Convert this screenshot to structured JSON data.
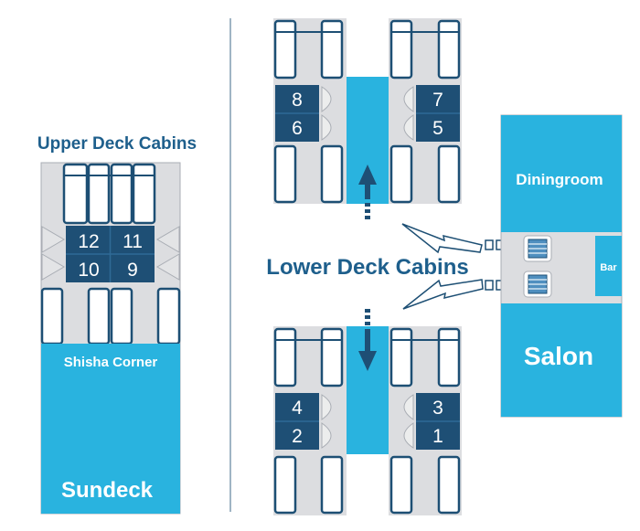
{
  "upper_deck": {
    "title": "Upper Deck Cabins",
    "cabins": [
      "12",
      "11",
      "10",
      "9"
    ],
    "areas": {
      "shisha": "Shisha Corner",
      "sundeck": "Sundeck"
    }
  },
  "lower_deck": {
    "title": "Lower Deck Cabins",
    "cabins_top": [
      "8",
      "6",
      "7",
      "5"
    ],
    "cabins_bottom": [
      "4",
      "2",
      "3",
      "1"
    ]
  },
  "public_areas": {
    "diningroom": "Diningroom",
    "bar": "Bar",
    "salon": "Salon"
  },
  "colors": {
    "accent": "#29b3df",
    "cabin": "#1e4f75",
    "outline": "#1d4f74",
    "bed_fill": "#ffffff",
    "floor": "#dcdde0",
    "heading": "#1e5f8c"
  }
}
